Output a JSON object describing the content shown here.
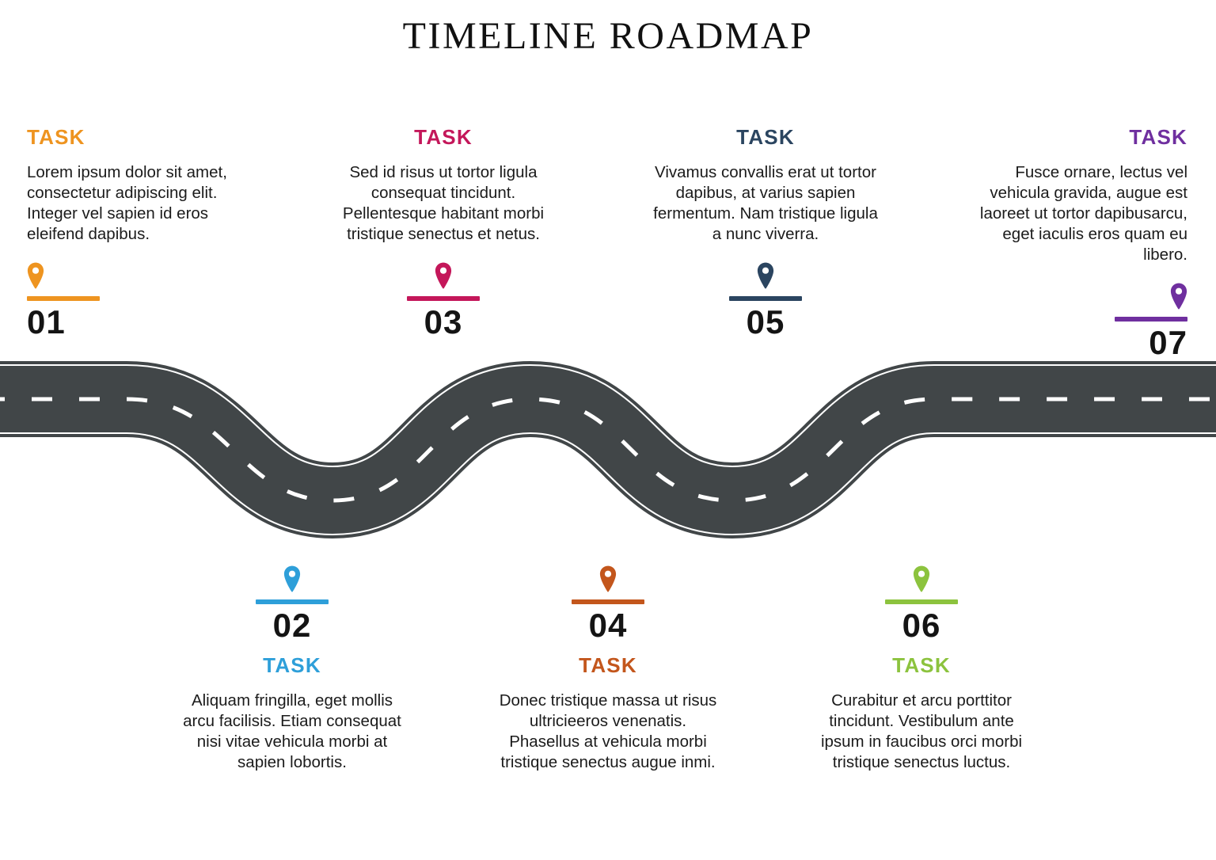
{
  "header": {
    "title": "TIMELINE ROADMAP"
  },
  "colors": {
    "orange": "#EE9420",
    "blue_light": "#2E9FD9",
    "crimson": "#C4175A",
    "orange_dark": "#C3561C",
    "navy": "#2B4560",
    "green": "#8CC33E",
    "purple": "#6F2F9F",
    "road_fill": "#414648",
    "road_line": "#FFFFFF",
    "number": "#141414",
    "body_text": "#1B1B1B"
  },
  "road": {
    "icon": "winding-road",
    "lane_marking": "dashed-center-line",
    "edge_marking": "solid-white-edge-lines"
  },
  "steps": [
    {
      "number": "01",
      "label": "TASK",
      "body": "Lorem ipsum dolor sit amet, consectetur adipiscing elit. Integer vel sapien id eros eleifend dapibus.",
      "color": "#EE9420",
      "position": "top",
      "align": "left",
      "pin_icon": "map-pin-icon"
    },
    {
      "number": "02",
      "label": "TASK",
      "body": "Aliquam fringilla, eget mollis arcu facilisis. Etiam consequat nisi vitae vehicula morbi at sapien lobortis.",
      "color": "#2E9FD9",
      "position": "bottom",
      "align": "center",
      "pin_icon": "map-pin-icon"
    },
    {
      "number": "03",
      "label": "TASK",
      "body": "Sed id risus ut tortor ligula consequat tincidunt. Pellentesque habitant morbi tristique senectus et netus.",
      "color": "#C4175A",
      "position": "top",
      "align": "center",
      "pin_icon": "map-pin-icon"
    },
    {
      "number": "04",
      "label": "TASK",
      "body": "Donec tristique massa ut risus ultricieeros venenatis. Phasellus at vehicula morbi tristique senectus augue inmi.",
      "color": "#C3561C",
      "position": "bottom",
      "align": "center",
      "pin_icon": "map-pin-icon"
    },
    {
      "number": "05",
      "label": "TASK",
      "body": "Vivamus convallis erat ut tortor dapibus, at varius sapien fermentum. Nam tristique ligula a nunc viverra.",
      "color": "#2B4560",
      "position": "top",
      "align": "center",
      "pin_icon": "map-pin-icon"
    },
    {
      "number": "06",
      "label": "TASK",
      "body": "Curabitur et arcu porttitor tincidunt. Vestibulum ante ipsum in faucibus orci morbi tristique senectus luctus.",
      "color": "#8CC33E",
      "position": "bottom",
      "align": "center",
      "pin_icon": "map-pin-icon"
    },
    {
      "number": "07",
      "label": "TASK",
      "body": "Fusce ornare, lectus vel vehicula gravida, augue est laoreet ut tortor dapibusarcu, eget iaculis eros quam eu libero.",
      "color": "#6F2F9F",
      "position": "top",
      "align": "right",
      "pin_icon": "map-pin-icon"
    }
  ]
}
